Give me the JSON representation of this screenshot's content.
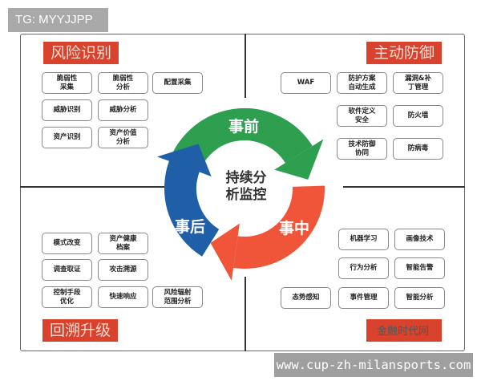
{
  "tag": "TG: MYYJJPP",
  "url": "www.cup-zh-milansports.com",
  "watermark": "金融时代网",
  "colors": {
    "label": "#d9432e",
    "before": "#2e9e4f",
    "during": "#f0553a",
    "after": "#1f5fa8"
  },
  "quadrants": {
    "risk": {
      "title": "风险识别",
      "items": [
        "脆弱性\n采集",
        "脆弱性\n分析",
        "配置采集",
        "威胁识别",
        "威胁分析",
        "资产识别",
        "资产价值\n分析"
      ]
    },
    "defense": {
      "title": "主动防御",
      "items": [
        "WAF",
        "防护方案\n自动生成",
        "漏洞&补\n丁管理",
        "软件定义\n安全",
        "防火墙",
        "技术防御\n协同",
        "防病毒"
      ]
    },
    "trace": {
      "title": "回溯升级",
      "items": [
        "模式改变",
        "资产健康\n档案",
        "调查取证",
        "攻击溯源",
        "控制手段\n优化",
        "快速响应",
        "风险辐射\n范围分析"
      ]
    },
    "response": {
      "title": "",
      "items": [
        "机器学习",
        "画像技术",
        "行为分析",
        "智能告警",
        "态势感知",
        "事件管理",
        "智能分析"
      ]
    }
  },
  "cycle": {
    "center": "持续分\n析监控",
    "before": "事前",
    "during": "事中",
    "after": "事后"
  }
}
